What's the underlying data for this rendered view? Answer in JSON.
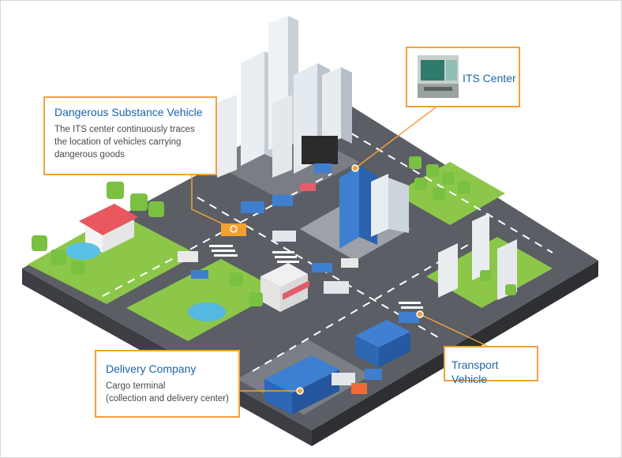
{
  "callouts": {
    "dangerous": {
      "title": "Dangerous Substance Vehicle",
      "description_lines": [
        "The ITS center continuously traces",
        "the location of vehicles carrying",
        "dangerous goods"
      ]
    },
    "its_center": {
      "title": "ITS Center"
    },
    "delivery": {
      "title": "Delivery Company",
      "description_lines": [
        "Cargo terminal",
        "(collection and delivery center)"
      ]
    },
    "transport": {
      "title": "Transport Vehicle"
    }
  },
  "colors": {
    "accent_border": "#f2a03c",
    "title_blue": "#1b64a8",
    "road": "#5a5d63",
    "grass": "#8fc848",
    "ground_side": "#3e4045"
  }
}
